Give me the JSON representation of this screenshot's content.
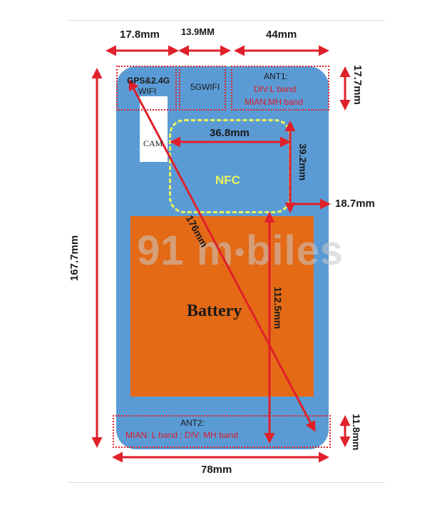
{
  "dimensions": {
    "top_left": "17.8mm",
    "top_middle": "13.9MM",
    "top_right": "44mm",
    "right_top": "17.7mm",
    "nfc_width": "36.8mm",
    "nfc_height": "39.2mm",
    "right_middle": "18.7mm",
    "left_height": "167.7mm",
    "diagonal": "176mm",
    "battery_height": "112.5mm",
    "right_bottom": "11.8mm",
    "bottom_width": "78mm"
  },
  "regions": {
    "gps_wifi_line1": "GPS&2.4G",
    "gps_wifi_line2": "WIFI",
    "wifi5g": "5GWIFI",
    "ant1_title": "ANT1:",
    "ant1_div": "DIV:L band",
    "ant1_main": "MIAN:MH band",
    "cam": "CAM",
    "nfc": "NFC",
    "battery": "Battery",
    "ant2_title": "ANT2:",
    "ant2_detail": "MIAN: L band ; DIV: MH band"
  },
  "watermark": {
    "part1": "91",
    "part2": "m",
    "part3": "biles"
  },
  "colors": {
    "phone_body": "#5b9bd5",
    "battery": "#e46a16",
    "nfc_outline": "#e9f45c",
    "measure_red": "#e0202a",
    "text_dark": "#1a1a1a"
  }
}
